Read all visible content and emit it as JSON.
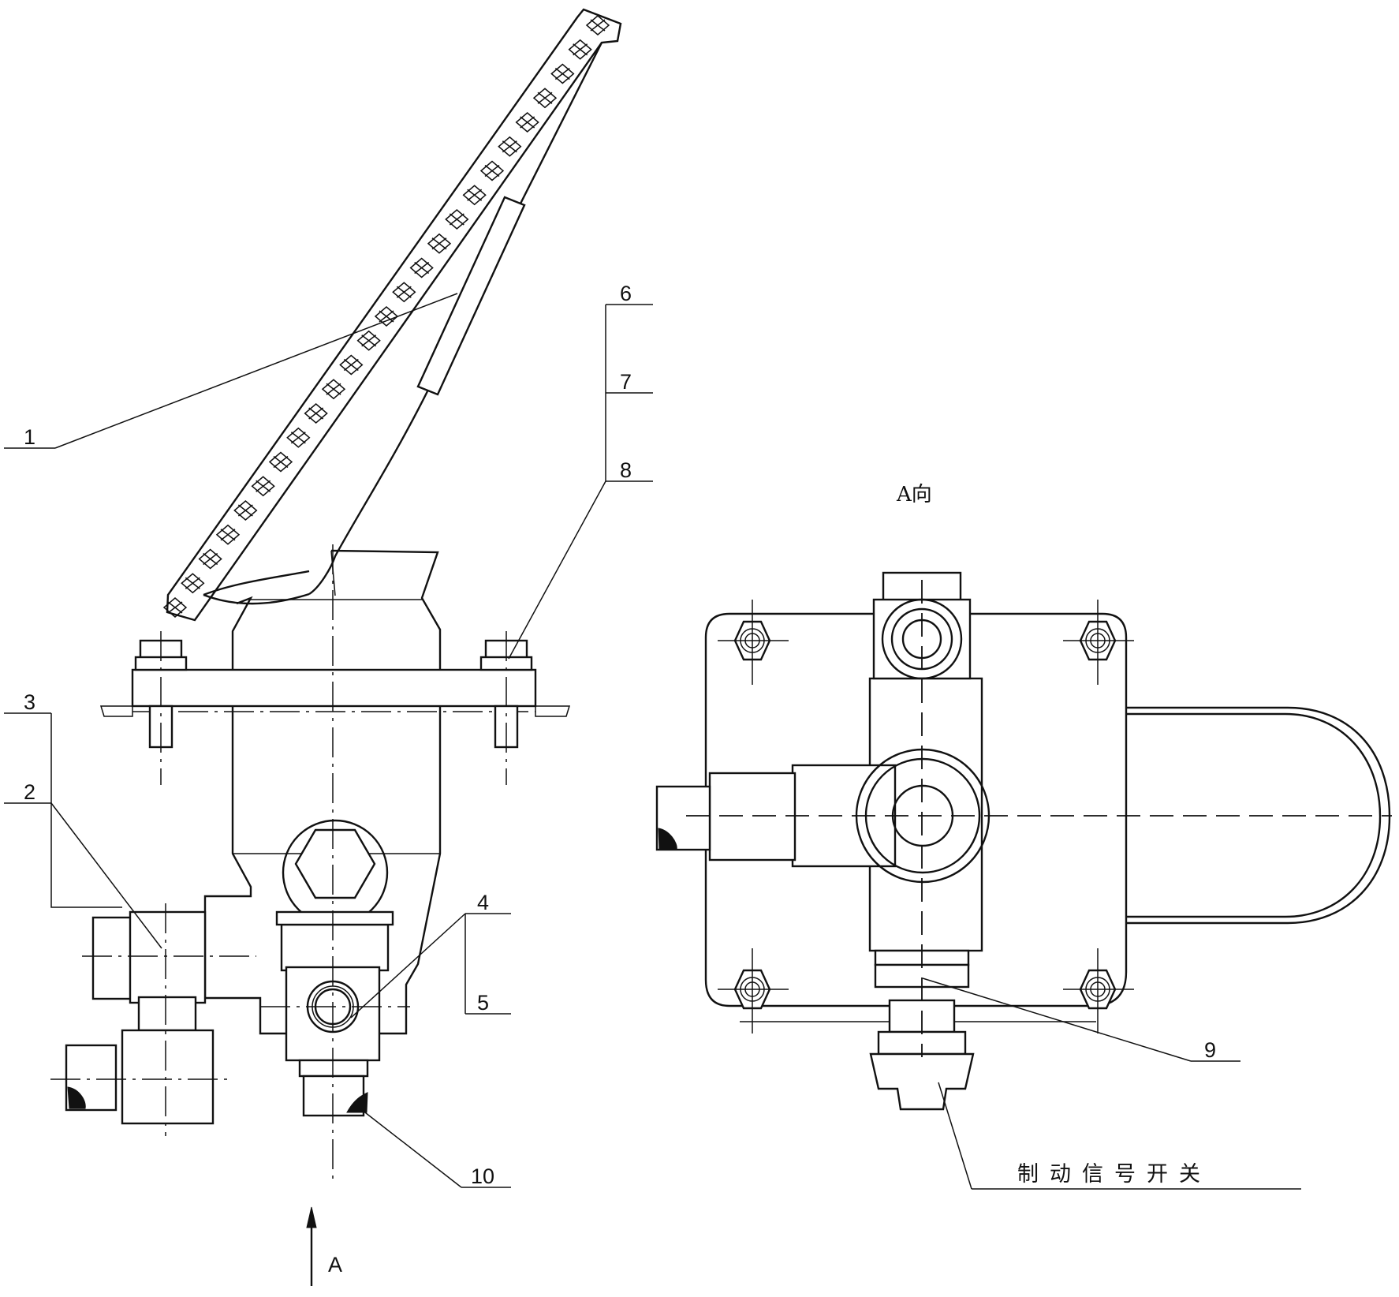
{
  "drawing": {
    "view_caption": "A向",
    "view_arrow_label": "A",
    "switch_label": "制动信号开关",
    "part_numbers": {
      "p1": "1",
      "p2": "2",
      "p3": "3",
      "p4": "4",
      "p5": "5",
      "p6": "6",
      "p7": "7",
      "p8": "8",
      "p9": "9",
      "p10": "10"
    }
  }
}
